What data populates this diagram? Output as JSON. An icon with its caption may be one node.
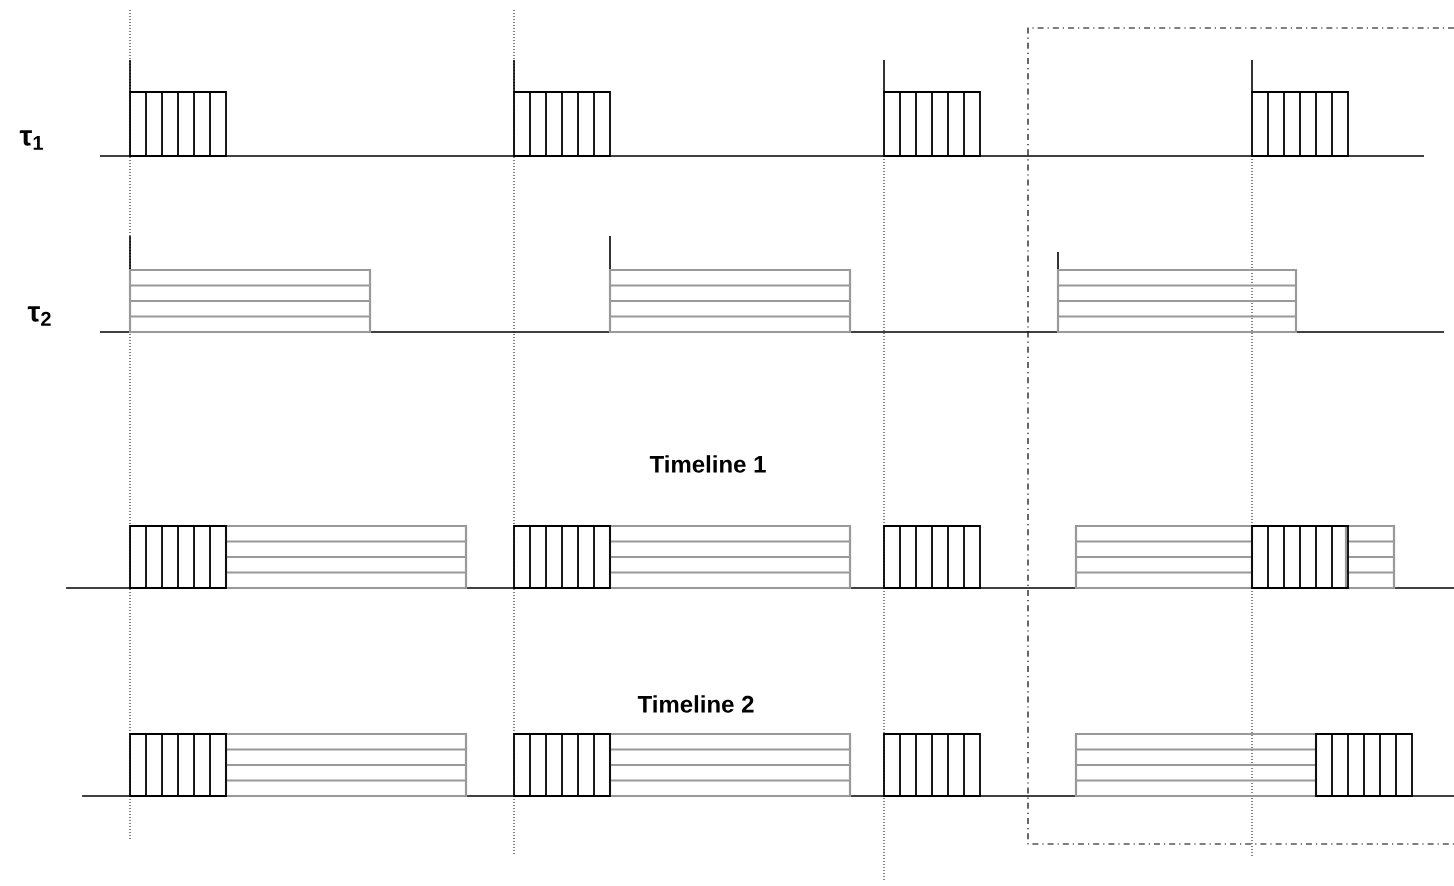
{
  "diagram": {
    "labels": [
      "τ$_{1}$",
      "τ$_{2}$",
      "Timeline 1",
      "Timeline 2"
    ]
  }
}
